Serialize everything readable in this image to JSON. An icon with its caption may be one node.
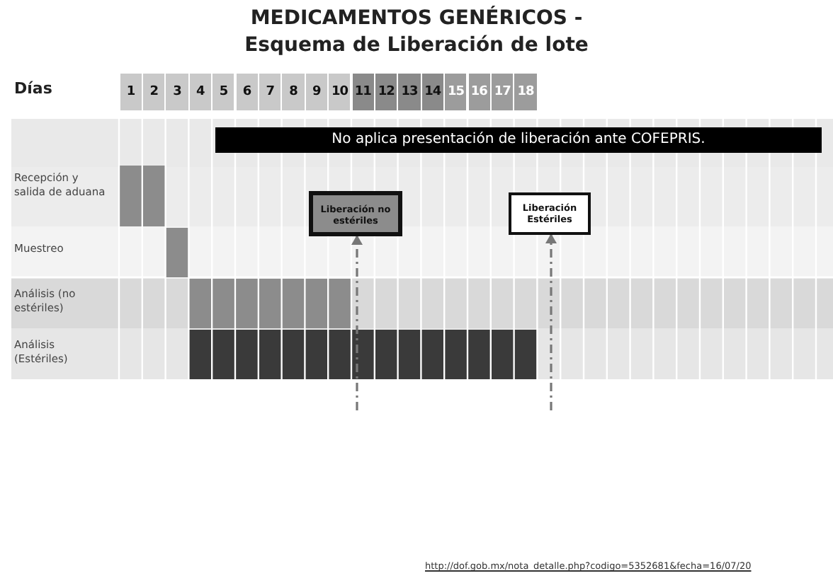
{
  "diagram": {
    "title": "MEDICAMENTOS GENÉRICOS - Esquema de Liberación de lote",
    "nodes": [
      {
        "text": [
          "No aplica presentación de liberación ante COFEPRIS."
        ]
      },
      {
        "text": [
          "Liberación no estériles"
        ]
      },
      {
        "text": [
          "Liberación Estériles"
        ]
      }
    ],
    "edges": [
      {
        "from": null,
        "to": 1,
        "arrow": "to",
        "style": "dashed"
      },
      {
        "from": null,
        "to": 2,
        "arrow": "to",
        "style": "dashed"
      }
    ],
    "labels": [
      "Días",
      "1",
      "2",
      "3",
      "4",
      "5",
      "6",
      "7",
      "8",
      "9",
      "10",
      "11",
      "12",
      "13",
      "14",
      "15",
      "16",
      "17",
      "18",
      "Recepción y salida de aduana",
      "Muestreo",
      "Análisis (no estériles)",
      "Análisis (Estériles)",
      "http://dof.gob.mx/nota_detalle.php?codigo=5352681&fecha=16/07/20"
    ]
  }
}
